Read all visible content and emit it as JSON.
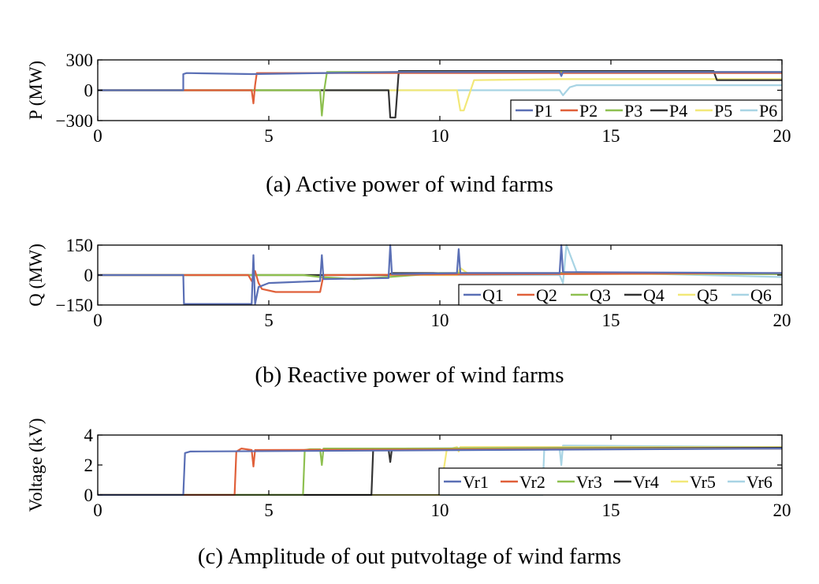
{
  "chart_data": [
    {
      "type": "line",
      "ylabel": "P (MW)",
      "ylim": [
        -300,
        300
      ],
      "xlim": [
        0,
        20
      ],
      "yticks": [
        "300",
        "0",
        "−300"
      ],
      "xticks": [
        "0",
        "5",
        "10",
        "15",
        "20"
      ],
      "legend_position": "bottom-right",
      "caption": "(a) Active power of wind farms",
      "series": [
        {
          "name": "P1",
          "color": "#5a6fb5",
          "x": [
            0,
            2.5,
            2.5,
            2.6,
            4.5,
            8.7,
            13.5,
            13.55,
            13.6,
            18,
            20
          ],
          "y": [
            0,
            0,
            160,
            170,
            160,
            180,
            180,
            140,
            180,
            180,
            180
          ]
        },
        {
          "name": "P2",
          "color": "#e0603a",
          "x": [
            0,
            4.5,
            4.55,
            4.6,
            4.65,
            6.6,
            13.5,
            20
          ],
          "y": [
            0,
            0,
            -130,
            50,
            170,
            170,
            170,
            170
          ]
        },
        {
          "name": "P3",
          "color": "#8ec050",
          "x": [
            0,
            6.5,
            6.55,
            6.62,
            6.7,
            8.5,
            20
          ],
          "y": [
            0,
            0,
            -250,
            0,
            180,
            180,
            180
          ]
        },
        {
          "name": "P4",
          "color": "#333333",
          "x": [
            0,
            8.5,
            8.55,
            8.7,
            8.8,
            13.5,
            18,
            18.1,
            20
          ],
          "y": [
            0,
            0,
            -270,
            -270,
            190,
            190,
            190,
            100,
            100
          ]
        },
        {
          "name": "P5",
          "color": "#f2e878",
          "x": [
            0,
            10.5,
            10.6,
            10.7,
            11,
            13.5,
            20
          ],
          "y": [
            0,
            0,
            -200,
            -200,
            100,
            110,
            110
          ]
        },
        {
          "name": "P6",
          "color": "#a8d4e4",
          "x": [
            0,
            13.5,
            13.6,
            13.8,
            14,
            20
          ],
          "y": [
            0,
            0,
            -50,
            30,
            50,
            50
          ]
        }
      ]
    },
    {
      "type": "line",
      "ylabel": "Q (MW)",
      "ylim": [
        -150,
        150
      ],
      "xlim": [
        0,
        20
      ],
      "yticks": [
        "150",
        "0",
        "−150"
      ],
      "xticks": [
        "0",
        "5",
        "10",
        "15",
        "20"
      ],
      "legend_position": "bottom-right",
      "caption": "(b) Reactive power of wind farms",
      "series": [
        {
          "name": "Q1",
          "color": "#5a6fb5",
          "x": [
            0,
            2.5,
            2.52,
            4.5,
            4.55,
            4.6,
            4.7,
            5,
            6.5,
            6.55,
            6.6,
            8.5,
            8.55,
            8.6,
            10.5,
            10.55,
            10.6,
            13.5,
            13.55,
            13.6,
            20
          ],
          "y": [
            0,
            0,
            -145,
            -145,
            100,
            -145,
            -60,
            -40,
            -30,
            100,
            -20,
            -15,
            150,
            5,
            10,
            130,
            10,
            10,
            150,
            15,
            10
          ]
        },
        {
          "name": "Q2",
          "color": "#e0603a",
          "x": [
            0,
            4.0,
            4.4,
            4.5,
            4.6,
            4.7,
            4.8,
            5.2,
            6.5,
            6.6,
            20
          ],
          "y": [
            0,
            0,
            0,
            -30,
            20,
            -40,
            -70,
            -85,
            -85,
            0,
            10
          ]
        },
        {
          "name": "Q3",
          "color": "#8ec050",
          "x": [
            0,
            6.0,
            6.5,
            7.5,
            8.5,
            10,
            20
          ],
          "y": [
            0,
            0,
            -10,
            -20,
            -10,
            10,
            5
          ]
        },
        {
          "name": "Q4",
          "color": "#333333",
          "x": [
            0,
            8.5,
            8.6,
            10,
            13.5,
            20
          ],
          "y": [
            0,
            0,
            10,
            10,
            10,
            5
          ]
        },
        {
          "name": "Q5",
          "color": "#f2e878",
          "x": [
            0,
            10.5,
            10.6,
            10.8,
            11,
            20
          ],
          "y": [
            0,
            0,
            35,
            10,
            5,
            5
          ]
        },
        {
          "name": "Q6",
          "color": "#a8d4e4",
          "x": [
            0,
            13.5,
            13.6,
            13.7,
            14,
            20
          ],
          "y": [
            0,
            0,
            -40,
            150,
            15,
            -10
          ]
        }
      ]
    },
    {
      "type": "line",
      "ylabel": "Voltage (kV)",
      "ylim": [
        0,
        4
      ],
      "xlim": [
        0,
        20
      ],
      "yticks": [
        "4",
        "2",
        "0"
      ],
      "xticks": [
        "0",
        "5",
        "10",
        "15",
        "20"
      ],
      "legend_position": "bottom-right",
      "caption": "(c) Amplitude of out putvoltage of wind farms",
      "series": [
        {
          "name": "Vr1",
          "color": "#5a6fb5",
          "x": [
            0,
            2.5,
            2.55,
            2.7,
            20
          ],
          "y": [
            0,
            0,
            2.8,
            2.9,
            3.1
          ]
        },
        {
          "name": "Vr2",
          "color": "#e0603a",
          "x": [
            0,
            4.0,
            4.05,
            4.2,
            4.5,
            4.55,
            4.6,
            20
          ],
          "y": [
            0,
            0,
            2.9,
            3.1,
            3.0,
            1.9,
            3.0,
            3.1
          ]
        },
        {
          "name": "Vr3",
          "color": "#8ec050",
          "x": [
            0,
            6.0,
            6.05,
            6.2,
            6.5,
            6.55,
            6.6,
            20
          ],
          "y": [
            0,
            0,
            3.0,
            3.05,
            3.05,
            2.0,
            3.1,
            3.1
          ]
        },
        {
          "name": "Vr4",
          "color": "#333333",
          "x": [
            0,
            8.0,
            8.05,
            8.2,
            8.5,
            8.55,
            8.6,
            20
          ],
          "y": [
            0,
            0,
            3.0,
            3.05,
            3.05,
            2.2,
            3.1,
            3.15
          ]
        },
        {
          "name": "Vr5",
          "color": "#f2e878",
          "x": [
            0,
            10.0,
            10.2,
            10.5,
            10.55,
            10.6,
            20
          ],
          "y": [
            0,
            0,
            3.0,
            3.2,
            2.9,
            3.2,
            3.2
          ]
        },
        {
          "name": "Vr6",
          "color": "#a8d4e4",
          "x": [
            0,
            13.0,
            13.05,
            13.5,
            13.55,
            13.6,
            20
          ],
          "y": [
            0,
            0,
            3.0,
            3.1,
            2.0,
            3.3,
            3.2
          ]
        }
      ]
    }
  ]
}
